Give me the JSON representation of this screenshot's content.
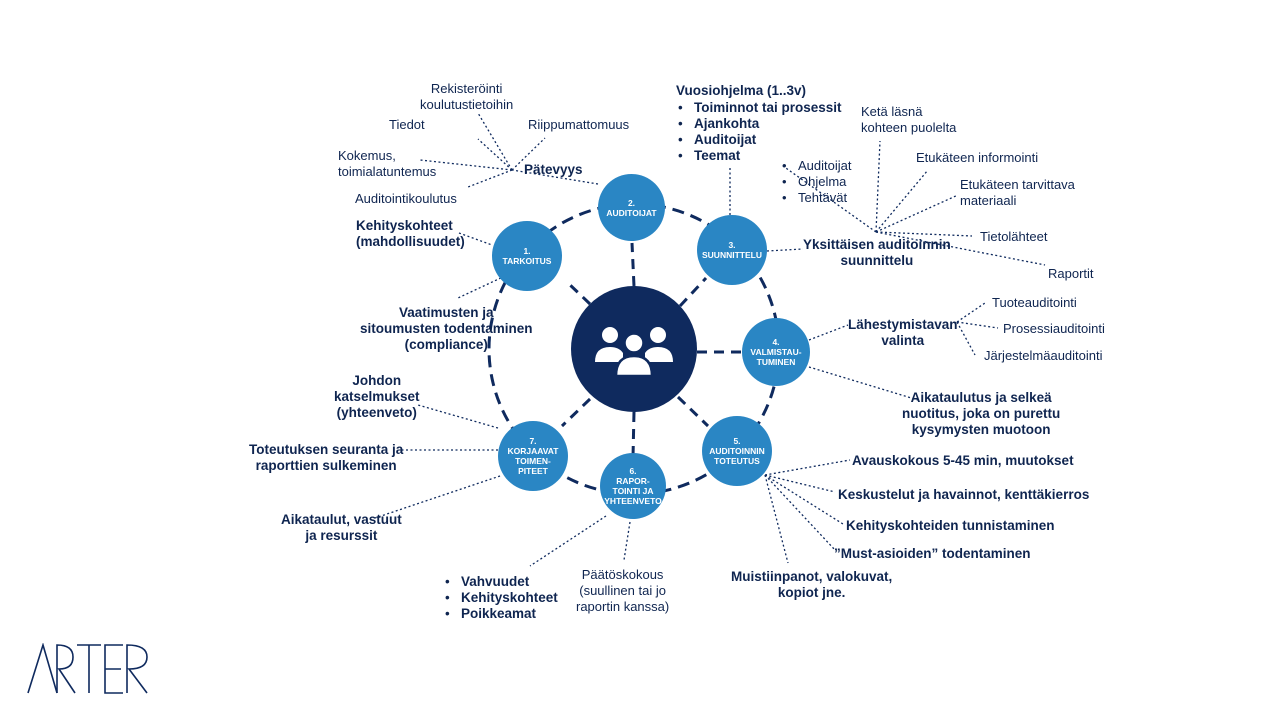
{
  "center": {
    "icon": "people-group-icon"
  },
  "nodes": {
    "n1": {
      "num": "1.",
      "label": "TARKOITUS"
    },
    "n2": {
      "num": "2.",
      "label": "AUDITOIJAT"
    },
    "n3": {
      "num": "3.",
      "label": "SUUNNITTELU"
    },
    "n4": {
      "num": "4.",
      "label": "VALMISTAU-\nTUMINEN"
    },
    "n5": {
      "num": "5.",
      "label": "AUDITOINNIN\nTOTEUTUS"
    },
    "n6": {
      "num": "6.",
      "label": "RAPOR-\nTOINTI JA\nYHTEENVETO"
    },
    "n7": {
      "num": "7.",
      "label": "KORJAAVAT\nTOIMEN-\nPITEET"
    }
  },
  "competence": {
    "title": "Pätevyys",
    "items": [
      "Rekisteröinti\nkoulutustietoihin",
      "Tiedot",
      "Riippumattomuus",
      "Kokemus,\ntoimialatuntemus",
      "Auditointikoulutus"
    ]
  },
  "purpose": {
    "development": "Kehityskohteet\n(mahdollisuudet)",
    "compliance": "Vaatimusten ja\nsitoumusten todentaminen\n(compliance)"
  },
  "annual": {
    "title": "Vuosiohjelma (1..3v)",
    "items": [
      "Toiminnot tai prosessit",
      "Ajankohta",
      "Auditoijat",
      "Teemat"
    ]
  },
  "planning": {
    "title": "Yksittäisen auditoinnin\nsuunnittelu",
    "list": [
      "Auditoijat",
      "Ohjelma",
      "Tehtävät"
    ],
    "present": "Ketä läsnä\nkohteen puolelta",
    "inform": "Etukäteen informointi",
    "material": "Etukäteen tarvittava\nmateriaali",
    "sources": "Tietolähteet",
    "reports": "Raportit"
  },
  "approach": {
    "title": "Lähestymistavan\nvalinta",
    "items": [
      "Tuoteauditointi",
      "Prosessiauditointi",
      "Järjestelmäauditointi"
    ],
    "schedule": "Aikataulutus ja selkeä\nnuotitus, joka on purettu\nkysymysten muotoon"
  },
  "execution": {
    "items": [
      "Avauskokous 5-45 min, muutokset",
      "Keskustelut ja havainnot, kenttäkierros",
      "Kehityskohteiden tunnistaminen",
      "”Must-asioiden” todentaminen",
      "Muistiinpanot, valokuvat,\nkopiot jne."
    ]
  },
  "reporting": {
    "meeting": "Päätöskokous\n(suullinen tai jo\nraportin kanssa)",
    "items": [
      "Vahvuudet",
      "Kehityskohteet",
      "Poikkeamat"
    ]
  },
  "corrective": {
    "review": "Johdon\nkatselmukset\n(yhteenveto)",
    "followup": "Toteutuksen seuranta ja\nraporttien sulkeminen",
    "schedules": "Aikataulut, vastuut\nja resurssit"
  },
  "logo": {
    "text": "ARTER"
  },
  "colors": {
    "navy": "#0f2a5e",
    "blue": "#2a86c4",
    "text": "#0f2550"
  }
}
